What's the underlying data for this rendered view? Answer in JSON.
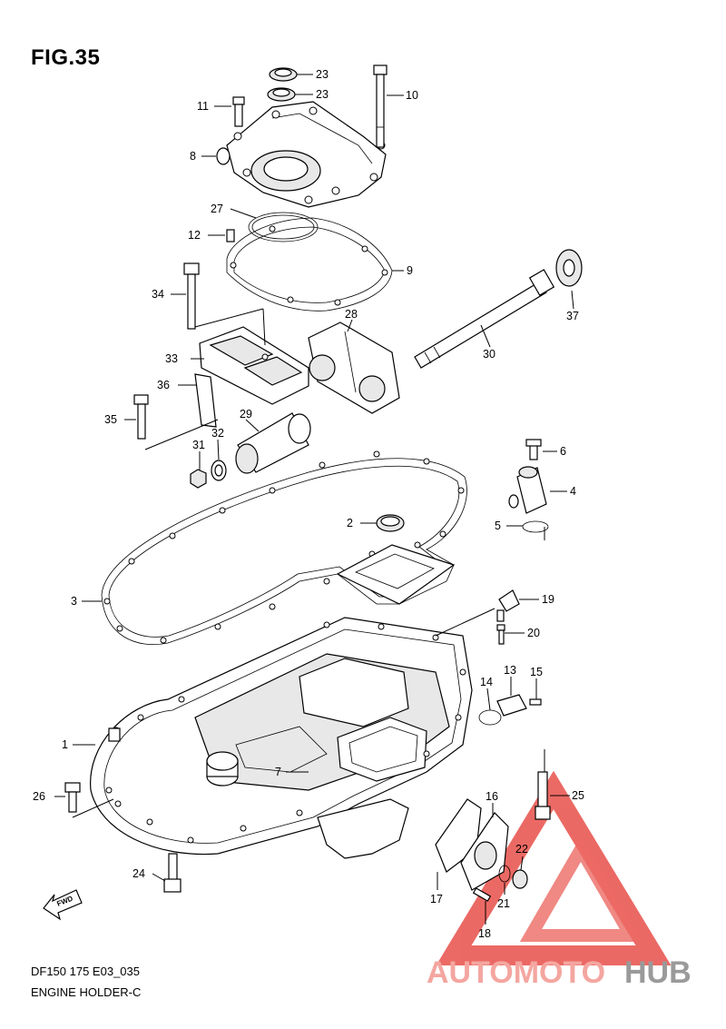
{
  "figure": {
    "title": "FIG.35",
    "code": "DF150 175 E03_035",
    "section": "ENGINE HOLDER-C"
  },
  "fwd_label": "FWD",
  "callouts": [
    "1",
    "2",
    "3",
    "4",
    "5",
    "6",
    "7",
    "8",
    "9",
    "10",
    "11",
    "12",
    "13",
    "14",
    "15",
    "16",
    "17",
    "18",
    "19",
    "20",
    "21",
    "22",
    "23",
    "23",
    "24",
    "25",
    "26",
    "27",
    "28",
    "29",
    "30",
    "31",
    "32",
    "33",
    "34",
    "35",
    "36",
    "37"
  ],
  "watermark": {
    "brand_a": "AUTOMOTO",
    "brand_b": "HUB",
    "color_a": "#f4a6a0",
    "color_b": "#9a9a9a",
    "triangle_color": "#e8504a"
  }
}
